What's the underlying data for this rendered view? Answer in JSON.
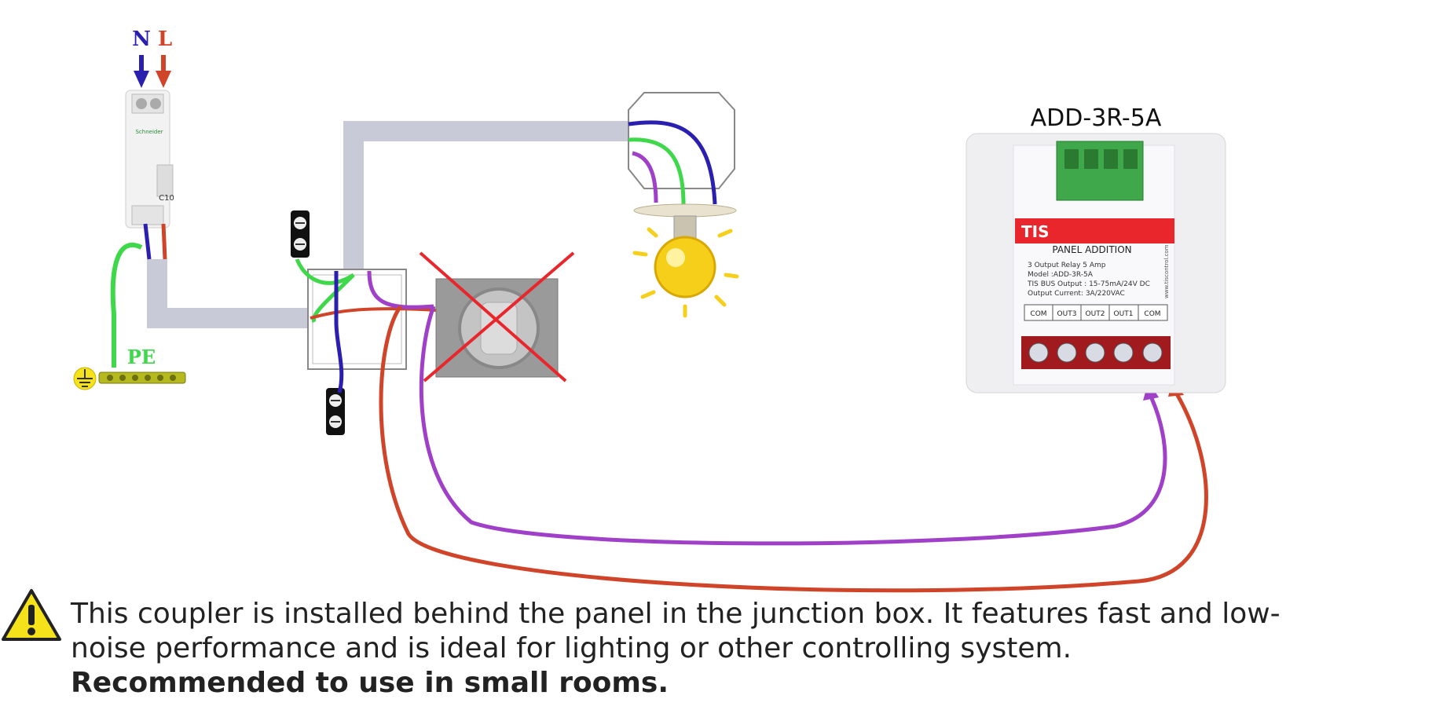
{
  "supply": {
    "neutral_label": "N",
    "live_label": "L"
  },
  "earth": {
    "label": "PE"
  },
  "breaker": {
    "brand": "Schneider",
    "rating": "C10"
  },
  "module": {
    "title": "ADD-3R-5A",
    "brand": "TIS",
    "panel_title": "PANEL ADDITION",
    "spec_lines": [
      "3 Output Relay 5 Amp",
      "Model :ADD-3R-5A",
      "TIS BUS Output : 15-75mA/24V DC",
      "Output Current: 3A/220VAC"
    ],
    "side_text": "www.tiscontrol.com",
    "terminals": [
      "COM",
      "OUT3",
      "OUT2",
      "OUT1",
      "COM"
    ]
  },
  "colors": {
    "neutral": "#2b1fb0",
    "live": "#d0452a",
    "earth": "#3fd84a",
    "switched": "#a040c8",
    "conduit": "#c8cad8",
    "module_red": "#e8262b",
    "terminal_green": "#3fa84a"
  },
  "note": {
    "line1": "This coupler is installed behind the panel in the junction box. It features fast and low-",
    "line2": "noise performance and is ideal for lighting or other controlling system.",
    "line3": "Recommended to use in small rooms."
  }
}
